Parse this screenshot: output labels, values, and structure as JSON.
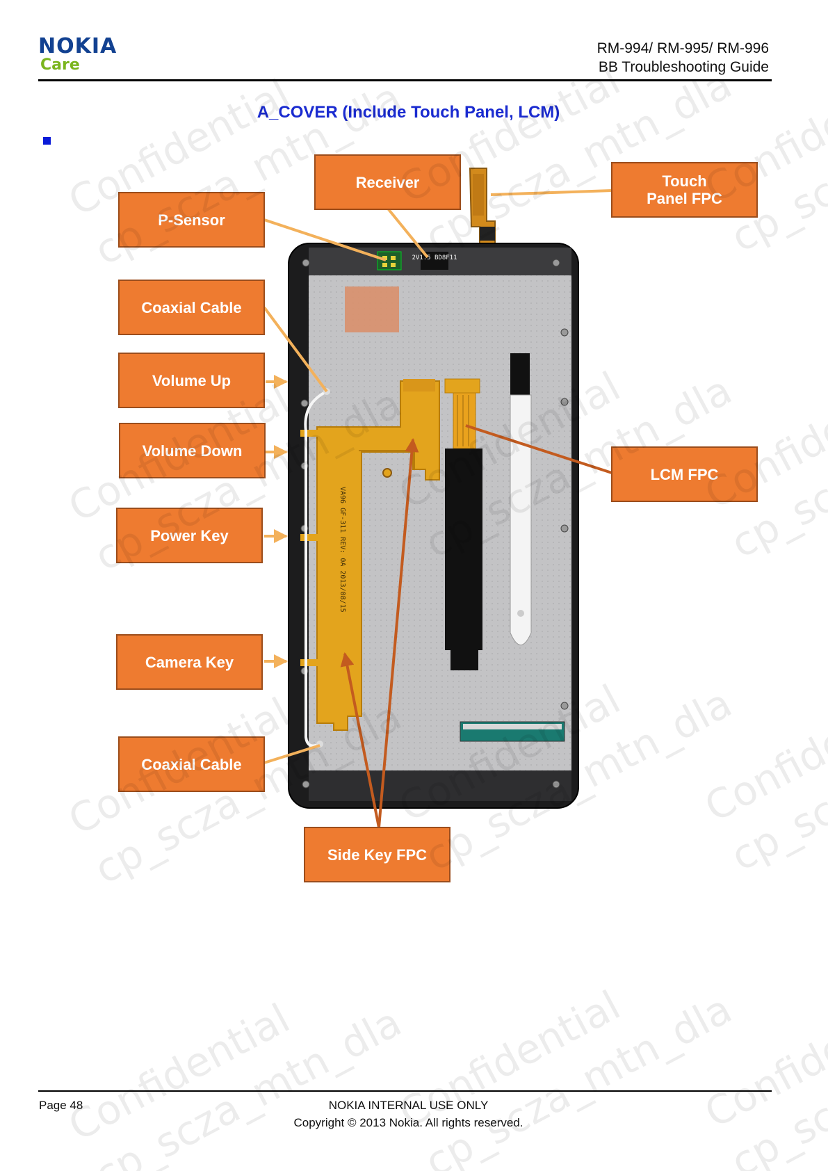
{
  "header": {
    "brand": "NOKIA",
    "brand_sub": "Care",
    "model_line": "RM-994/ RM-995/ RM-996",
    "doc_title": "BB Troubleshooting Guide"
  },
  "section_title": "A_COVER (Include Touch Panel, LCM)",
  "callouts": {
    "receiver": "Receiver",
    "touch_panel_fpc": "Touch Panel FPC",
    "p_sensor": "P-Sensor",
    "coaxial_cable_top": "Coaxial Cable",
    "volume_up": "Volume Up",
    "volume_down": "Volume Down",
    "lcm_fpc": "LCM FPC",
    "power_key": "Power Key",
    "camera_key": "Camera Key",
    "coaxial_cable_bottom": "Coaxial Cable",
    "side_key_fpc": "Side Key FPC"
  },
  "photo_labels": {
    "receiver_chip": "2V1.5 BD8F11",
    "fpc_code": "VA96 GF-311 REV: 0A 2013/08/15"
  },
  "watermark": [
    "Confidential",
    "cp_scza_mtn_dla"
  ],
  "colors": {
    "callout_fill": "#ee7b30",
    "title_blue": "#1a2bd0",
    "brand_blue": "#124191",
    "brand_green": "#7ab51d",
    "fpc_orange": "#e3a41d"
  },
  "footer": {
    "page": "Page 48",
    "classification": "NOKIA INTERNAL USE ONLY",
    "copyright": "Copyright © 2013 Nokia. All rights reserved."
  }
}
